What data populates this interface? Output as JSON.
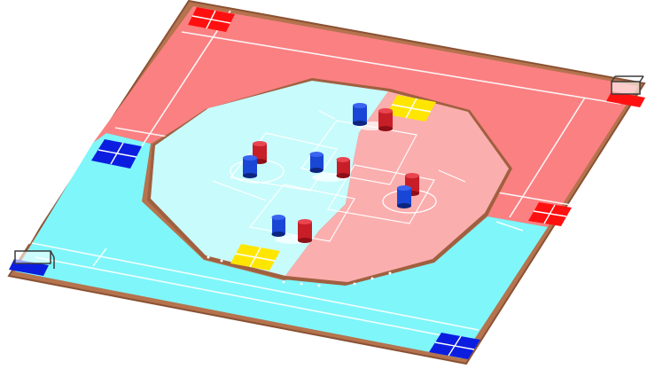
{
  "scene": {
    "type": "isometric-game-field",
    "colors": {
      "background": "#ffffff",
      "frame_wood": "#b5734e",
      "frame_dark": "#8a5234",
      "red_zone": "#fa8082",
      "red_zone_edge": "#e86a6c",
      "blue_zone": "#7ff6fa",
      "blue_zone_edge": "#62dde2",
      "inner_blue": "#c8fbfc",
      "inner_red": "#fbaeae",
      "field_lines": "#ffffff",
      "red_tile": "#ff1010",
      "blue_tile": "#0b1ee0",
      "yellow_tile": "#ffe600",
      "red_piece": "#c81e28",
      "red_piece_dark": "#8d0f17",
      "blue_piece": "#1a46d6",
      "blue_piece_dark": "#0d2580",
      "goal_frame": "#3b3b3b"
    },
    "zones": [
      {
        "name": "red-alliance-zone",
        "color": "red"
      },
      {
        "name": "blue-alliance-zone",
        "color": "blue"
      }
    ],
    "center_platform": {
      "halves": [
        "blue-half",
        "red-half"
      ],
      "shape": "octagon"
    },
    "corner_tiles": [
      {
        "name": "red-tile-top-left",
        "color": "red"
      },
      {
        "name": "red-tile-right",
        "color": "red"
      },
      {
        "name": "blue-tile-left",
        "color": "blue"
      },
      {
        "name": "blue-tile-bottom-right",
        "color": "blue"
      }
    ],
    "yellow_tiles": [
      {
        "name": "yellow-tile-top",
        "color": "yellow"
      },
      {
        "name": "yellow-tile-bottom",
        "color": "yellow"
      }
    ],
    "goals": [
      {
        "name": "goal-top-right",
        "alliance": "red"
      },
      {
        "name": "goal-bottom-left",
        "alliance": "blue"
      }
    ],
    "game_pieces": [
      {
        "name": "piece-pair-top",
        "pieces": [
          "blue",
          "red"
        ]
      },
      {
        "name": "piece-pair-left",
        "pieces": [
          "blue",
          "red"
        ]
      },
      {
        "name": "piece-pair-center",
        "pieces": [
          "blue",
          "red"
        ]
      },
      {
        "name": "piece-pair-right",
        "pieces": [
          "red",
          "blue"
        ]
      },
      {
        "name": "piece-pair-bottom",
        "pieces": [
          "blue",
          "red"
        ]
      }
    ]
  }
}
